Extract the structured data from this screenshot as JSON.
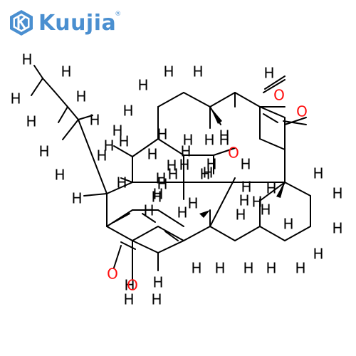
{
  "logo": {
    "text": "Kuujia",
    "registered_mark": "®",
    "color": "#4a8fd0"
  },
  "molecule": {
    "bond_color": "#000000",
    "hydrogen_color": "#000000",
    "oxygen_color": "#ff0d0d",
    "atom_labels": [
      "H",
      "H",
      "H",
      "H",
      "H",
      "H",
      "H",
      "H",
      "H",
      "H",
      "H",
      "H",
      "H",
      "H",
      "H",
      "H",
      "H",
      "H",
      "H",
      "H",
      "H",
      "H",
      "H",
      "H",
      "H",
      "H",
      "H",
      "H",
      "H",
      "H",
      "H",
      "H",
      "H",
      "H",
      "H",
      "H",
      "H",
      "H",
      "H",
      "H",
      "H",
      "H",
      "H",
      "H",
      "H",
      "H",
      "H",
      "H",
      "H",
      "H",
      "H",
      "H",
      "H",
      "H",
      "H",
      "H",
      "H",
      "H",
      "H",
      "H",
      "O",
      "O",
      "O",
      "O",
      "O"
    ]
  }
}
